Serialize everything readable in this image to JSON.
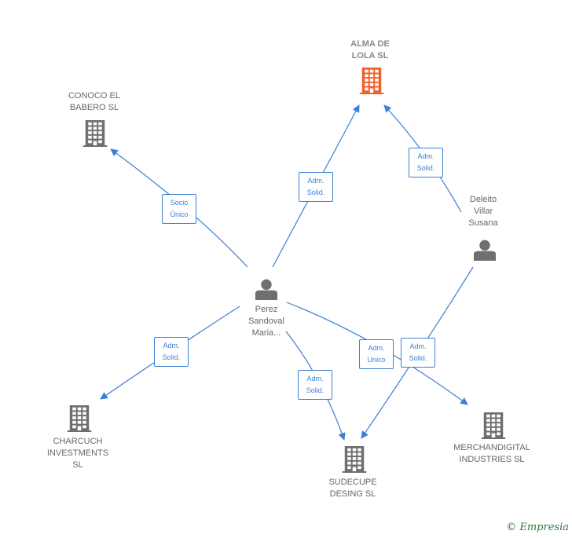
{
  "colors": {
    "edge": "#3b7fd6",
    "company": "#6f6f6f",
    "focus_company": "#f0602a",
    "person": "#6f6f6f"
  },
  "nodes": [
    {
      "id": "alma",
      "kind": "company",
      "focus": true,
      "label": "ALMA DE\nLOLA  SL"
    },
    {
      "id": "conoco",
      "kind": "company",
      "focus": false,
      "label": "CONOCO EL\nBABERO  SL"
    },
    {
      "id": "deleito",
      "kind": "person",
      "focus": false,
      "label": "Deleito\nVillar\nSusana"
    },
    {
      "id": "perez",
      "kind": "person",
      "focus": false,
      "label": "Perez\nSandoval\nMaria..."
    },
    {
      "id": "charcuch",
      "kind": "company",
      "focus": false,
      "label": "CHARCUCH\nINVESTMENTS\nSL"
    },
    {
      "id": "sudecupe",
      "kind": "company",
      "focus": false,
      "label": "SUDECUPE\nDESING  SL"
    },
    {
      "id": "merch",
      "kind": "company",
      "focus": false,
      "label": "MERCHANDIGITAL\nINDUSTRIES SL"
    }
  ],
  "edges": [
    {
      "from": "perez",
      "to": "conoco",
      "label": "Socio\nÚnico"
    },
    {
      "from": "perez",
      "to": "alma",
      "label": "Adm.\nSolid."
    },
    {
      "from": "deleito",
      "to": "alma",
      "label": "Adm.\nSolid."
    },
    {
      "from": "perez",
      "to": "charcuch",
      "label": "Adm.\nSolid."
    },
    {
      "from": "perez",
      "to": "sudecupe",
      "label": "Adm.\nSolid."
    },
    {
      "from": "perez",
      "to": "merch",
      "label": "Adm.\nUnico"
    },
    {
      "from": "deleito",
      "to": "sudecupe",
      "label": "Adm.\nSolid."
    }
  ],
  "brand": {
    "copyright": "©",
    "name": "Empresia"
  }
}
